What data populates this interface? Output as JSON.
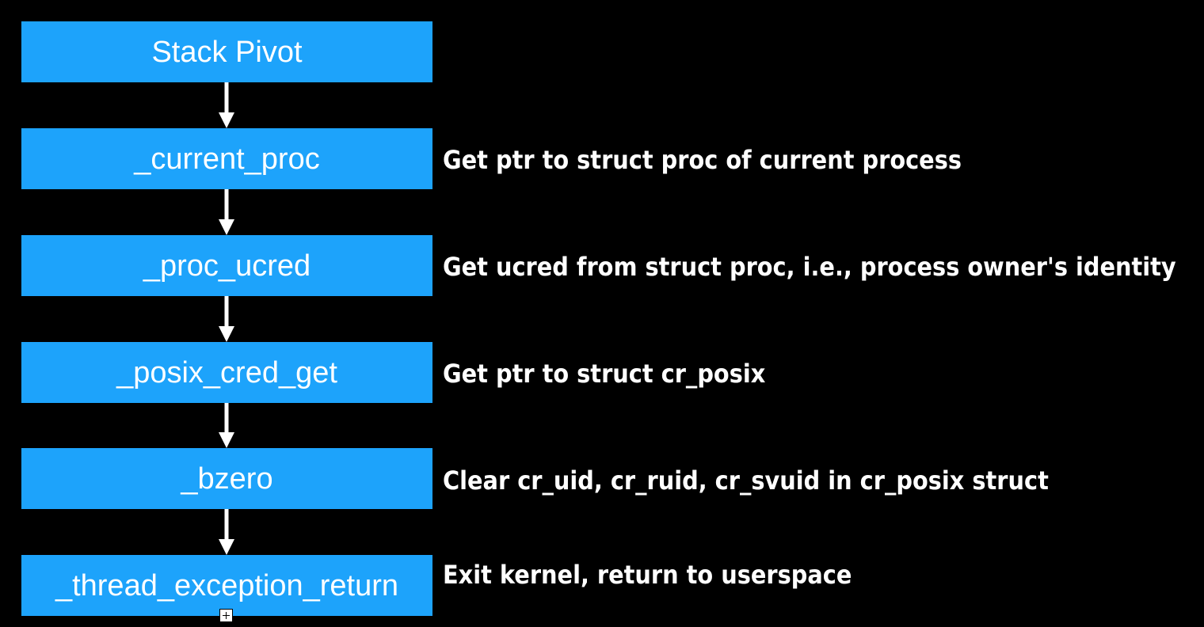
{
  "diagram": {
    "box_color": "#1da3fb",
    "steps": [
      {
        "label": "Stack Pivot",
        "description": ""
      },
      {
        "label": "_current_proc",
        "description": "Get ptr to struct proc of current process"
      },
      {
        "label": "_proc_ucred",
        "description": "Get ucred from struct proc, i.e., process owner's identity"
      },
      {
        "label": "_posix_cred_get",
        "description": "Get ptr to struct cr_posix"
      },
      {
        "label": "_bzero",
        "description": "Clear cr_uid, cr_ruid, cr_svuid in cr_posix struct"
      },
      {
        "label": "_thread_exception_return",
        "description": "Exit kernel, return to userspace"
      }
    ]
  }
}
